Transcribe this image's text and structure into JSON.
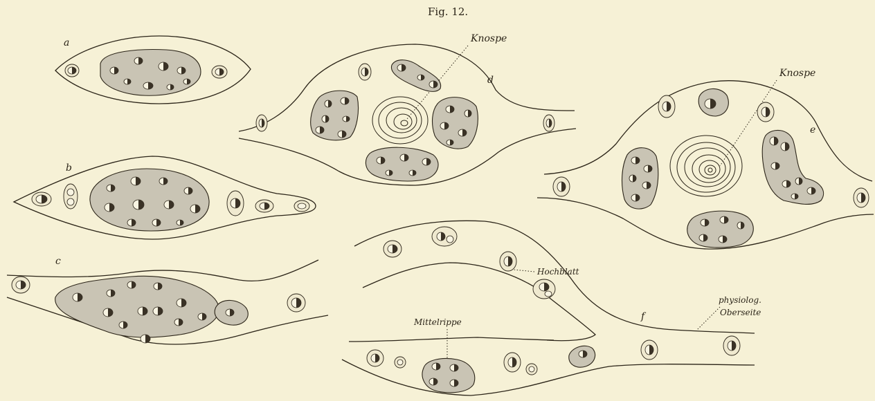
{
  "figure": {
    "title": "Fig. 12.",
    "panels": {
      "a": "a",
      "b": "b",
      "c": "c",
      "d": "d",
      "e": "e",
      "f": "f"
    },
    "terms": {
      "knospe_d": "Knospe",
      "knospe_e": "Knospe",
      "hochblatt": "Hochblatt",
      "mittelrippe": "Mittelrippe",
      "physiolog_1": "physiolog.",
      "physiolog_2": "Oberseite"
    }
  }
}
